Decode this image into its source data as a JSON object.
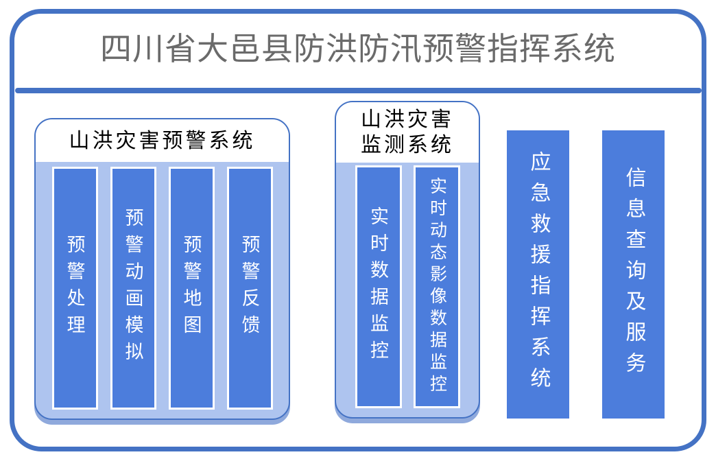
{
  "palette": {
    "frame_blue": "#4472C4",
    "bar_blue": "#4C7DDC",
    "panel_light_blue": "#AEC4EF",
    "panel_shadow_blue": "#8FA9DC",
    "main_title_gray": "#6A6A6A",
    "group_title_black": "#000000",
    "bar_text_white": "#FFFFFF"
  },
  "title": "四川省大邑县防洪防汛预警指挥系统",
  "groups": [
    {
      "title": "山洪灾害预警系统",
      "modules": [
        "预警处理",
        "预警动画模拟",
        "预警地图",
        "预警反馈"
      ]
    },
    {
      "title": "山洪灾害\n监测系统",
      "modules": [
        "实时数据监控",
        "实时动态影像数据监控"
      ]
    }
  ],
  "standalone_modules": [
    "应急救援指挥系统",
    "信息查询及服务"
  ]
}
